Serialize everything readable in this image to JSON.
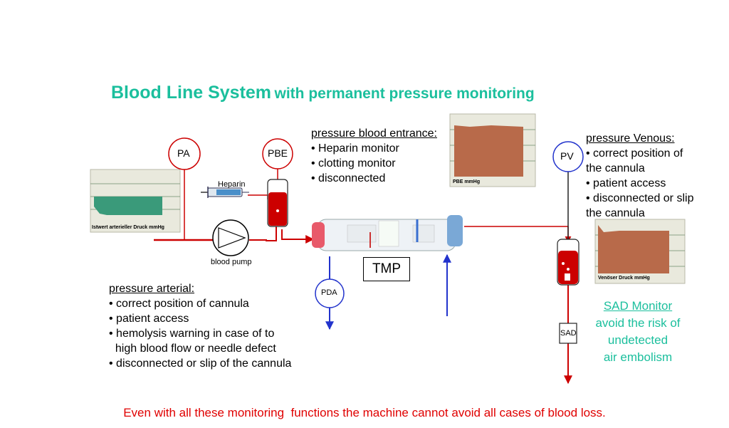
{
  "title": {
    "main": "Blood Line System",
    "sub": "with permanent pressure monitoring"
  },
  "sensors": {
    "pa": "PA",
    "pbe": "PBE",
    "pv": "PV",
    "pda": "PDA",
    "tmp": "TMP",
    "sad": "SAD"
  },
  "labels": {
    "heparin": "Heparin",
    "blood_pump": "blood pump"
  },
  "monitors": {
    "arterial": "Istwert arterieller Druck mmHg",
    "pbe": "PBE mmHg",
    "venous": "Venöser Druck mmHg"
  },
  "pressure_arterial": {
    "heading": "pressure arterial:",
    "items": [
      "• correct position of cannula",
      "• patient access",
      "• hemolysis warning in case of to",
      "  high blood flow or needle defect",
      "• disconnected or slip of the cannula"
    ]
  },
  "pressure_entrance": {
    "heading": "pressure blood entrance:",
    "items": [
      "• Heparin monitor",
      "• clotting monitor",
      "• disconnected"
    ]
  },
  "pressure_venous": {
    "heading": "pressure Venous:",
    "items": [
      "• correct position of",
      "the cannula",
      "• patient access",
      "• disconnected or slip",
      "the cannula"
    ]
  },
  "sad_monitor": {
    "title": "SAD Monitor",
    "lines": [
      "avoid  the risk of",
      "undetected",
      "air embolism"
    ]
  },
  "footer": "Even with all these monitoring  functions the machine cannot avoid all cases of blood loss.",
  "colors": {
    "accent": "#1bbf9d",
    "blood": "#cc0000",
    "venous_line": "#2233cc",
    "monitor_fill": "#b86a4a",
    "arterial_fill": "#3a9a7a"
  }
}
